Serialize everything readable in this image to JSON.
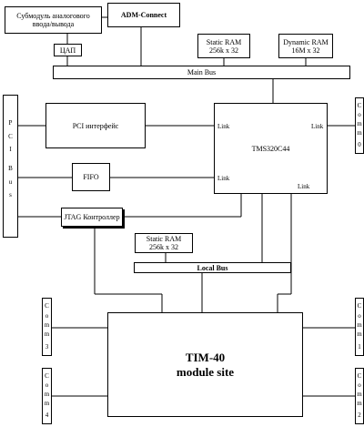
{
  "blocks": {
    "submodule": [
      "Субмодуль аналогового",
      "ввода/вывода"
    ],
    "adm_connect": "ADM-Connect",
    "tsap": "ЦАП",
    "static_ram_top": [
      "Static RAM",
      "256k x 32"
    ],
    "dynamic_ram": [
      "Dynamic RAM",
      "16M x 32"
    ],
    "main_bus": "Main Bus",
    "pci_bus": [
      "P",
      "C",
      "I",
      "",
      "B",
      "u",
      "s"
    ],
    "pci_iface": "PCI интерфейс",
    "fifo": "FIFO",
    "jtag": "JTAG Контроллер",
    "tms": "TMS320C44",
    "link": "Link",
    "static_ram_local": [
      "Static RAM",
      "256k x 32"
    ],
    "local_bus": "Local Bus",
    "tim": [
      "TIM-40",
      "module site"
    ],
    "comm0": [
      "C",
      "o",
      "m",
      "m",
      "",
      "0"
    ],
    "comm1": [
      "C",
      "o",
      "m",
      "m",
      "",
      "1"
    ],
    "comm2": [
      "C",
      "o",
      "m",
      "m",
      "",
      "2"
    ],
    "comm3": [
      "C",
      "o",
      "m",
      "m",
      "",
      "3"
    ],
    "comm4": [
      "C",
      "o",
      "m",
      "m",
      "",
      "4"
    ]
  }
}
